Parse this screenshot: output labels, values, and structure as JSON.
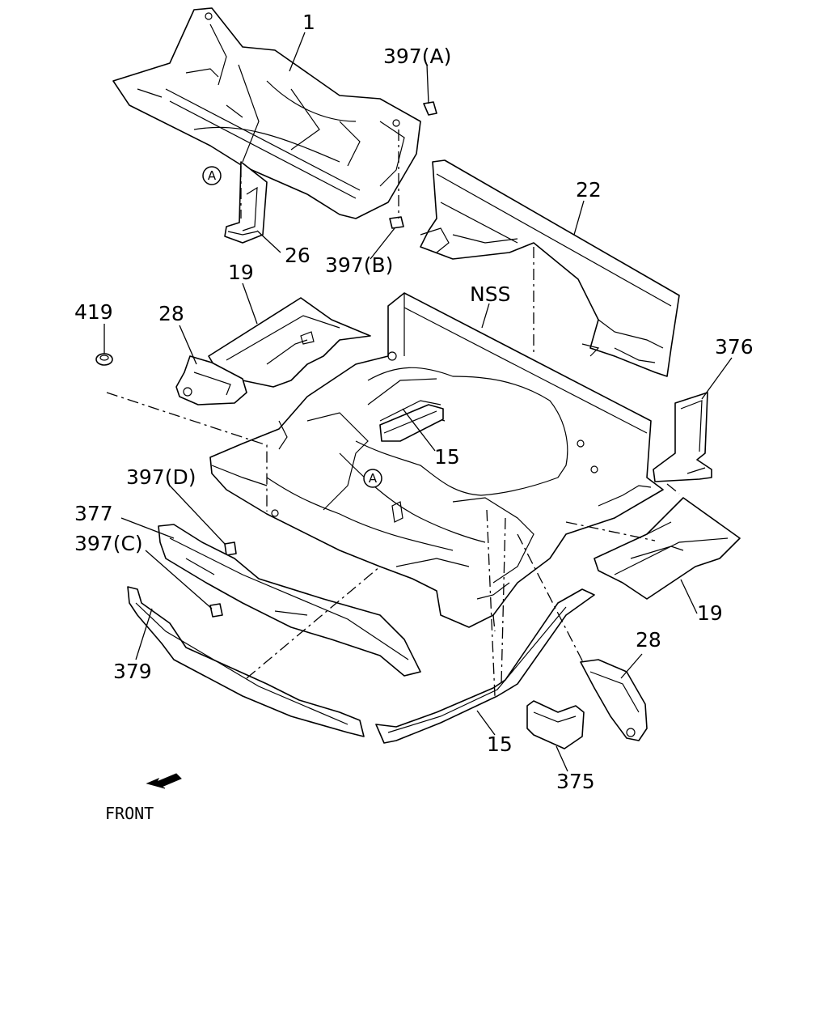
{
  "diagram": {
    "labels": {
      "p1": "1",
      "p397a": "397(A)",
      "p22": "22",
      "p26": "26",
      "p397b": "397(B)",
      "p19_top": "19",
      "p28_top": "28",
      "p419": "419",
      "pnss": "NSS",
      "p376": "376",
      "p15_center": "15",
      "p397d": "397(D)",
      "p377": "377",
      "p397c": "397(C)",
      "p379": "379",
      "p19_right": "19",
      "p28_right": "28",
      "p15_bottom": "15",
      "p375": "375",
      "front": "FRONT"
    },
    "markers": {
      "a_top": "A",
      "a_center": "A"
    }
  }
}
